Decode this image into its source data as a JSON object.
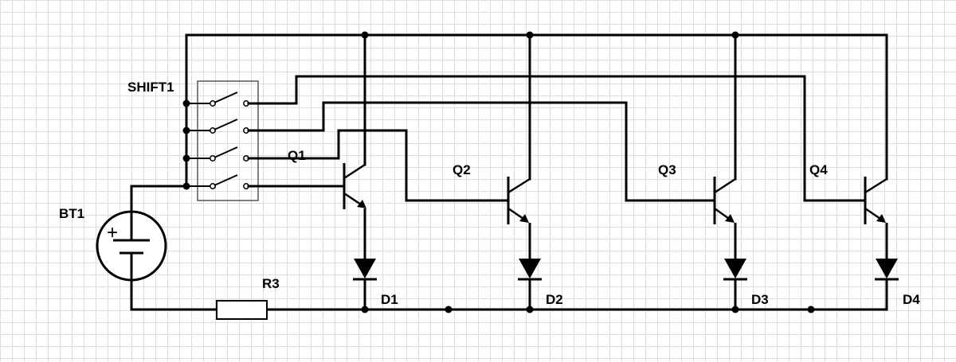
{
  "labels": {
    "switch": "SHIFT1",
    "battery": "BT1",
    "resistor": "R3",
    "q1": "Q1",
    "q2": "Q2",
    "q3": "Q3",
    "q4": "Q4",
    "d1": "D1",
    "d2": "D2",
    "d3": "D3",
    "d4": "D4"
  },
  "symbols": {
    "battery_plus": "+"
  },
  "colors": {
    "wire": "#000000",
    "grid": "#dcdcdc",
    "background": "#ffffff"
  }
}
